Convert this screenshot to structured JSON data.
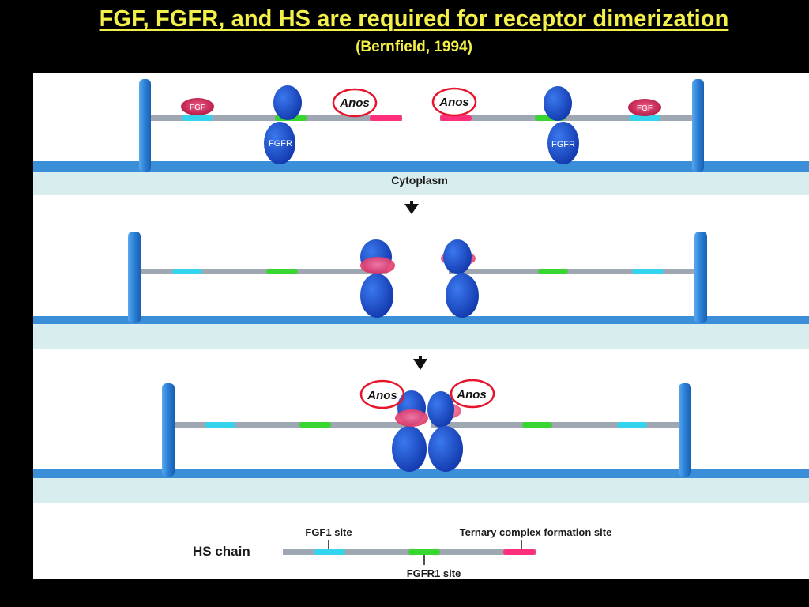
{
  "slide": {
    "title": "FGF, FGFR, and HS are required for receptor dimerization",
    "citation": "(Bernfield, 1994)"
  },
  "diagram": {
    "fgf_label": "FGF",
    "fgfr_label": "FGFR",
    "anos_label": "Anos",
    "cytoplasm_label": "Cytoplasm"
  },
  "legend": {
    "hs_chain_label": "HS chain",
    "fgf1_site_label": "FGF1 site",
    "ternary_site_label": "Ternary complex formation site",
    "fgfr1_site_label": "FGFR1 site"
  },
  "colors": {
    "title": "#f4f04a",
    "membrane": "#3a8fd8",
    "cytoplasm": "#d8eeee",
    "pillar": "#2a7fd6",
    "hs_chain": "#9fa7b2",
    "fgf1_site": "#36d3ec",
    "fgfr1_site": "#39d631",
    "ternary_site": "#ff2f7c",
    "receptor": "#1f4fd0",
    "fgf_ligand": "#c41f4d",
    "anos_ring": "#e5152b"
  }
}
